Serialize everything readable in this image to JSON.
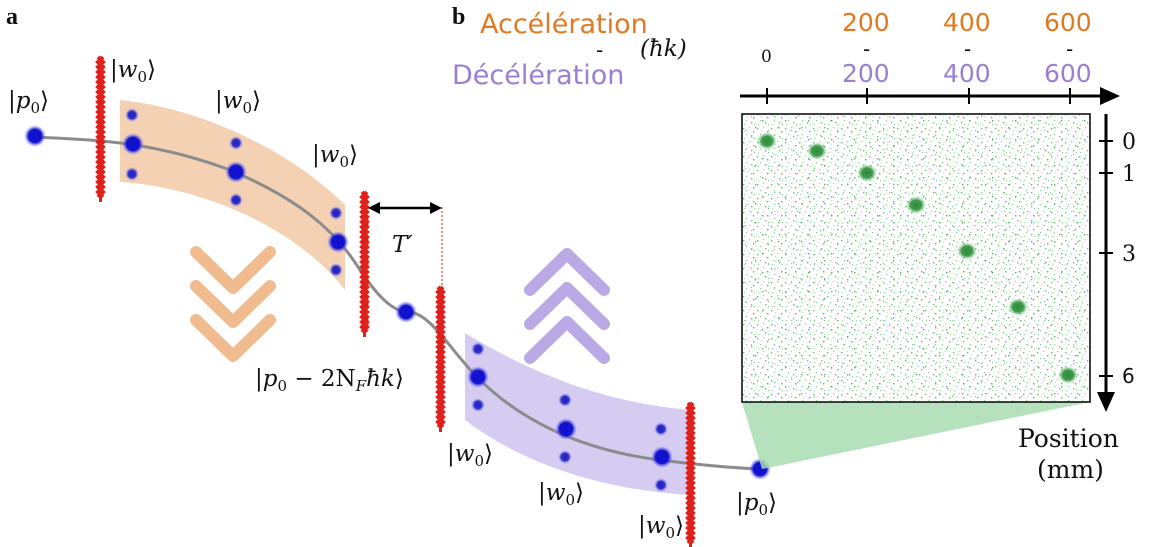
{
  "panels": {
    "a": "a",
    "b": "b"
  },
  "kets": {
    "p0": "p",
    "p0_sub": "0",
    "w0": "w",
    "w0_sub": "0",
    "p_shift": "p",
    "p_shift_mid": " − 2N",
    "p_shift_F": "F",
    "p_shift_end": "ħk",
    "T_prime": "T′"
  },
  "axis_top": {
    "accel_label": "Accélération",
    "decel_label": "Décélération",
    "dash": "-",
    "unit": "(ħk)",
    "accel_ticks": [
      "200",
      "400",
      "600"
    ],
    "decel_ticks": [
      "0",
      "200",
      "400",
      "600"
    ]
  },
  "axis_right": {
    "ticks": [
      "0",
      "1",
      "3",
      "6"
    ],
    "title_line1": "Position",
    "title_line2": "(mm)"
  },
  "colors": {
    "accel": "#e07a22",
    "decel": "#9a7fd3",
    "accel_band": "#f3c9a6",
    "decel_band": "#cfc3ee",
    "laser": "#e0201b",
    "atom": "#1010d0",
    "cloud": "#3a9a4a",
    "cone": "#9fd5a8"
  }
}
